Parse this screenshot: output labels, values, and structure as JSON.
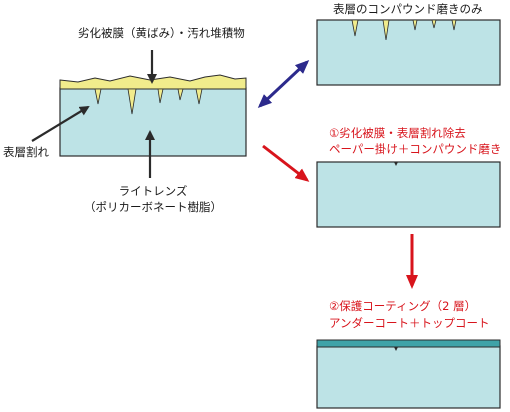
{
  "labels": {
    "degraded_film": "劣化被膜（黄ばみ）・汚れ堆積物",
    "surface_cracks": "表層割れ",
    "lens_line1": "ライトレンズ",
    "lens_line2": "（ポリカーボネート樹脂）",
    "compound_only": "表層のコンパウンド磨きのみ",
    "step1_line1": "①劣化被膜・表層割れ除去",
    "step1_line2": "ペーパー掛け＋コンパウンド磨き",
    "step2_line1": "②保護コーティング（2 層）",
    "step2_line2": "アンダーコート＋トップコート"
  },
  "colors": {
    "lens": "#bde3e6",
    "outline": "#2b2b2b",
    "yellow_film": "#f1ec8c",
    "coating": "#3fa3a8",
    "blue_arrow": "#2c2a8c",
    "red_arrow": "#d8141c"
  }
}
